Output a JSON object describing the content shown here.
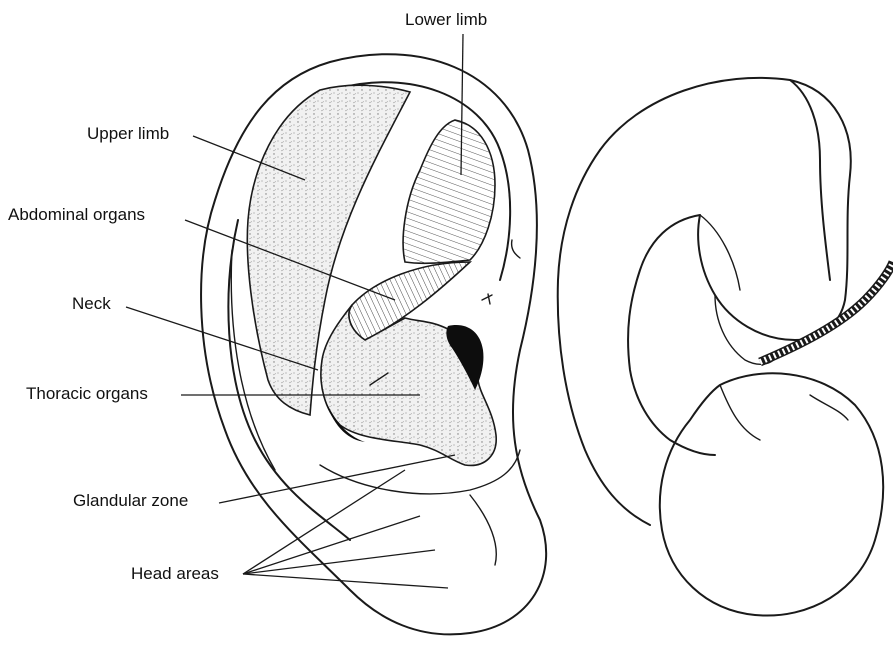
{
  "labels": {
    "lower_limb": "Lower limb",
    "upper_limb": "Upper limb",
    "abdominal_organs": "Abdominal organs",
    "neck": "Neck",
    "thoracic_organs": "Thoracic organs",
    "glandular_zone": "Glandular zone",
    "head_areas": "Head areas"
  },
  "colors": {
    "ink": "#1a1a1a",
    "stipple": "#e7e7e7",
    "hatch": "#d9d9d9",
    "dark": "#0d0d0d"
  }
}
